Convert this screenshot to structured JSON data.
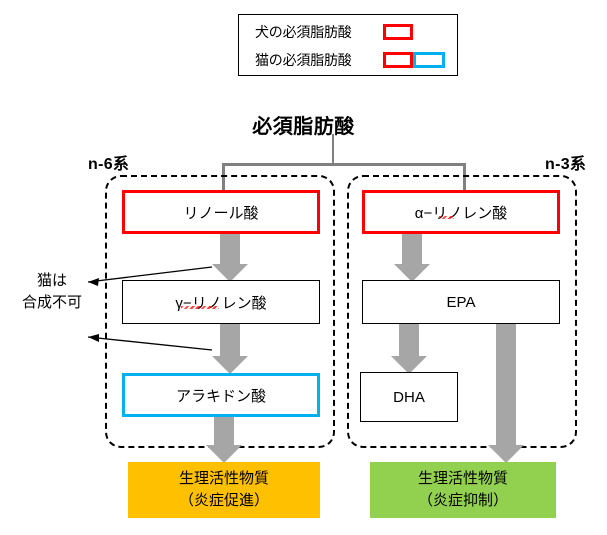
{
  "legend": {
    "rows": [
      {
        "label": "犬の必須脂肪酸",
        "swatches": [
          "red"
        ]
      },
      {
        "label": "猫の必須脂肪酸",
        "swatches": [
          "red",
          "blue"
        ]
      }
    ]
  },
  "title": "必須脂肪酸",
  "groups": {
    "left_label": "n-6系",
    "right_label": "n-3系"
  },
  "nodes": {
    "linoleic": "リノール酸",
    "gamma_linolenic": "γ−リノレン酸",
    "arachidonic": "アラキドン酸",
    "alpha_linolenic": "α−リノレン酸",
    "epa": "EPA",
    "dha": "DHA"
  },
  "results": {
    "left_line1": "生理活性物質",
    "left_line2": "（炎症促進）",
    "right_line1": "生理活性物質",
    "right_line2": "（炎症抑制）"
  },
  "annotation": {
    "line1": "猫は",
    "line2": "合成不可"
  },
  "colors": {
    "dog_essential": "#FF0000",
    "cat_essential": "#00B0F0",
    "pro_inflammatory": "#FFC000",
    "anti_inflammatory": "#92D050",
    "arrow_gray": "#A6A6A6"
  }
}
